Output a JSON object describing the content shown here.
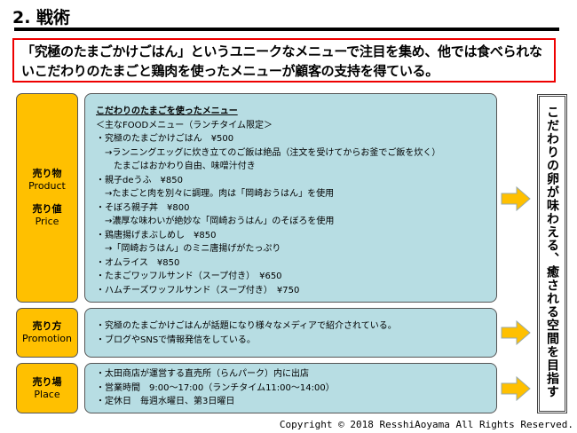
{
  "title": "2. 戦術",
  "summary": "「究極のたまごかけごはん」というユニークなメニューで注目を集め、他では食べられないこだわりのたまごと鶏肉を使ったメニューが顧客の支持を得ている。",
  "rows": [
    {
      "labels": [
        {
          "ja": "売り物",
          "en": "Product"
        },
        {
          "ja": "売り値",
          "en": "Price"
        }
      ],
      "heading": "こだわりのたまごを使ったメニュー",
      "lines": [
        "＜主なFOODメニュー（ランチタイム限定＞",
        "・究極のたまごかけごはん　¥500",
        "　→ランニングエッグに炊き立てのご飯は絶品（注文を受けてからお釜でご飯を炊く）",
        "　　たまごはおかわり自由、味噌汁付き",
        "・親子deうふ　¥850",
        "　→たまごと肉を別々に調理。肉は「岡崎おうはん」を使用",
        "・そぼろ親子丼　¥800",
        "　→濃厚な味わいが絶妙な「岡崎おうはん」のそぼろを使用",
        "・鶏唐揚げまぶしめし　¥850",
        "　→「岡崎おうはん」のミニ唐揚げがたっぷり",
        "・オムライス　¥850",
        "・たまごワッフルサンド（スープ付き）　¥650",
        "・ハムチーズワッフルサンド（スープ付き）　¥750"
      ]
    },
    {
      "labels": [
        {
          "ja": "売り方",
          "en": "Promotion"
        }
      ],
      "lines": [
        "・究極のたまごかけごはんが話題になり様々なメディアで紹介されている。",
        "・ブログやSNSで情報発信をしている。"
      ]
    },
    {
      "labels": [
        {
          "ja": "売り場",
          "en": "Place"
        }
      ],
      "lines": [
        "・太田商店が運営する直売所（らんパーク）内に出店",
        "・営業時間　9:00～17:00（ランチタイム11:00～14:00）",
        "・定休日　毎週水曜日、第3日曜日"
      ]
    }
  ],
  "goal": "こだわりの卵が味わえる、癒される空間を目指す",
  "copyright": "Copyright © 2018 ResshiAoyama All Rights Reserved.",
  "colors": {
    "label_bg": "#ffc000",
    "box_bg": "#b7dde3",
    "summary_border": "#e00000",
    "arrow": "#ffc000"
  }
}
